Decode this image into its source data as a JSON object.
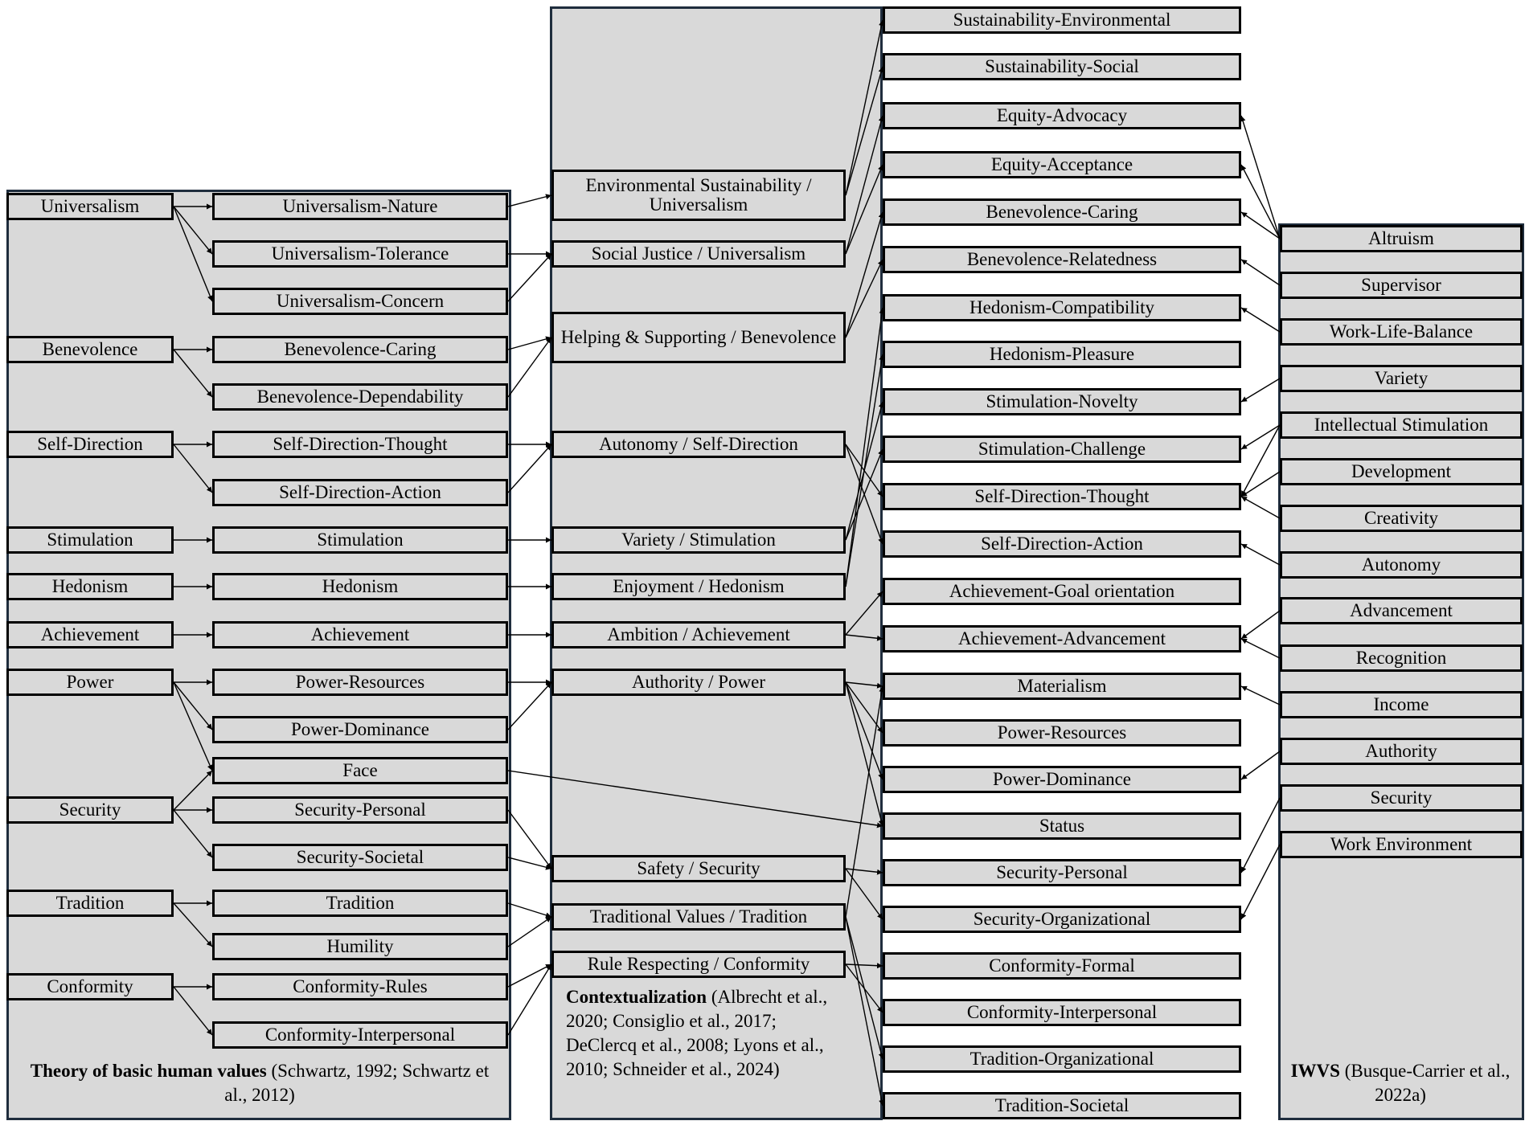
{
  "schwartz": {
    "values": [
      "Universalism",
      "Benevolence",
      "Self-Direction",
      "Stimulation",
      "Hedonism",
      "Achievement",
      "Power",
      "Security",
      "Tradition",
      "Conformity"
    ],
    "refined": [
      "Universalism-Nature",
      "Universalism-Tolerance",
      "Universalism-Concern",
      "Benevolence-Caring",
      "Benevolence-Dependability",
      "Self-Direction-Thought",
      "Self-Direction-Action",
      "Stimulation",
      "Hedonism",
      "Achievement",
      "Power-Resources",
      "Power-Dominance",
      "Face",
      "Security-Personal",
      "Security-Societal",
      "Tradition",
      "Humility",
      "Conformity-Rules",
      "Conformity-Interpersonal"
    ],
    "caption_bold": "Theory of basic human values",
    "caption_rest": " (Schwartz, 1992; Schwartz et al., 2012)"
  },
  "context": {
    "items": [
      "Environmental Sustainability / Universalism",
      "Social Justice / Universalism",
      "Helping & Supporting / Benevolence",
      "Autonomy / Self-Direction",
      "Variety / Stimulation",
      "Enjoyment / Hedonism",
      "Ambition / Achievement",
      "Authority / Power",
      "Safety / Security",
      "Traditional Values / Tradition",
      "Rule Respecting / Conformity"
    ],
    "caption_bold": "Contextualization",
    "caption_rest": " (Albrecht et al., 2020; Consiglio et al., 2017; DeClercq et al., 2008; Lyons et al., 2010; Schneider et al., 2024)"
  },
  "refined_work": {
    "items": [
      "Sustainability-Environmental",
      "Sustainability-Social",
      "Equity-Advocacy",
      "Equity-Acceptance",
      "Benevolence-Caring",
      "Benevolence-Relatedness",
      "Hedonism-Compatibility",
      "Hedonism-Pleasure",
      "Stimulation-Novelty",
      "Stimulation-Challenge",
      "Self-Direction-Thought",
      "Self-Direction-Action",
      "Achievement-Goal orientation",
      "Achievement-Advancement",
      "Materialism",
      "Power-Resources",
      "Power-Dominance",
      "Status",
      "Security-Personal",
      "Security-Organizational",
      "Conformity-Formal",
      "Conformity-Interpersonal",
      "Tradition-Organizational",
      "Tradition-Societal"
    ]
  },
  "iwvs": {
    "items": [
      "Altruism",
      "Supervisor",
      "Work-Life-Balance",
      "Variety",
      "Intellectual Stimulation",
      "Development",
      "Creativity",
      "Autonomy",
      "Advancement",
      "Recognition",
      "Income",
      "Authority",
      "Security",
      "Work Environment"
    ],
    "caption_bold": "IWVS",
    "caption_rest": " (Busque-Carrier et al., 2022a)"
  }
}
